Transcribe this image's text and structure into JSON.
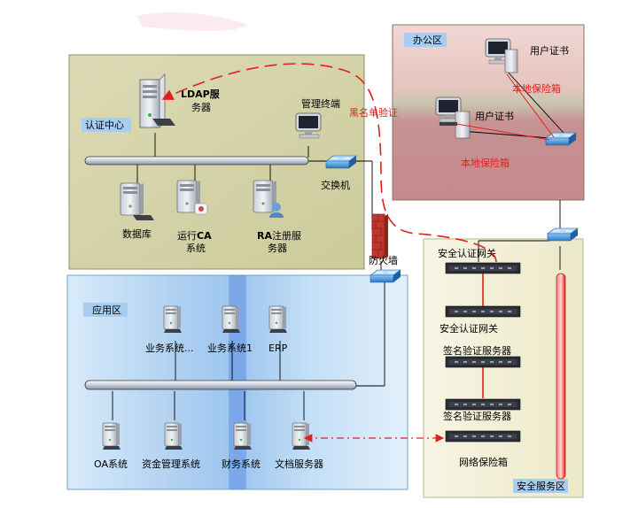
{
  "zones": {
    "auth_center": "认证中心",
    "office": "办公区",
    "app": "应用区",
    "security": "安全服务区"
  },
  "nodes": {
    "ldap": "LDAP服\n务器",
    "mgmt_terminal": "管理终端",
    "switch_main": "交换机",
    "database": "数据库",
    "ca": "运行CA\n系统",
    "ra": "RA注册服\n务器",
    "firewall": "防火墙",
    "user_cert_1": "用户证书",
    "local_safe_1": "本地保险箱",
    "user_cert_2": "用户证书",
    "local_safe_2": "本地保险箱",
    "biz1": "业务系统...",
    "biz2": "业务系统1",
    "erp": "ERP",
    "oa": "OA系统",
    "fund": "资金管理系统",
    "finance": "财务系统",
    "doc": "文档服务器",
    "gw1": "安全认证网关",
    "gw2": "安全认证网关",
    "sig1": "签名验证服务器",
    "sig2": "签名验证服务器",
    "net_safe": "网络保险箱"
  },
  "annotations": {
    "blacklist": "黑名单验证"
  },
  "colors": {
    "auth_bg": "#d3d2a8",
    "office_bg": "#cc9a9c",
    "app_bg": "#a9cdf0",
    "security_bg": "#f2f0d6",
    "red_line": "#e0201c",
    "bus": "#dfe4ec"
  }
}
